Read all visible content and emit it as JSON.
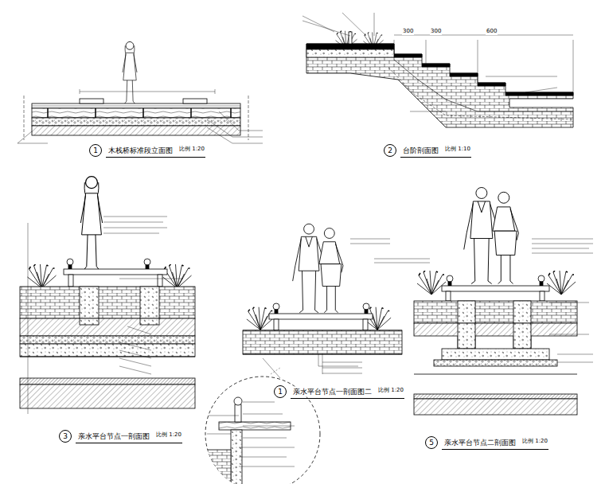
{
  "diagram": {
    "nodes": [
      {
        "text": [
          "1",
          "木栈桥标准段立面图"
        ]
      },
      {
        "text": [
          "2",
          "台阶剖面图"
        ]
      },
      {
        "text": [
          "3",
          "亲水平台节点一剖面图"
        ]
      },
      {
        "text": [
          "1",
          "亲水平台节点一剖面图二"
        ]
      },
      {
        "text": [
          "5",
          "亲水平台节点二剖面图"
        ]
      }
    ],
    "labels": [
      "比例 1:20",
      "比例 1:10",
      "比例 1:20",
      "比例 1:20",
      "比例 1:20",
      "300",
      "300",
      "600"
    ]
  }
}
